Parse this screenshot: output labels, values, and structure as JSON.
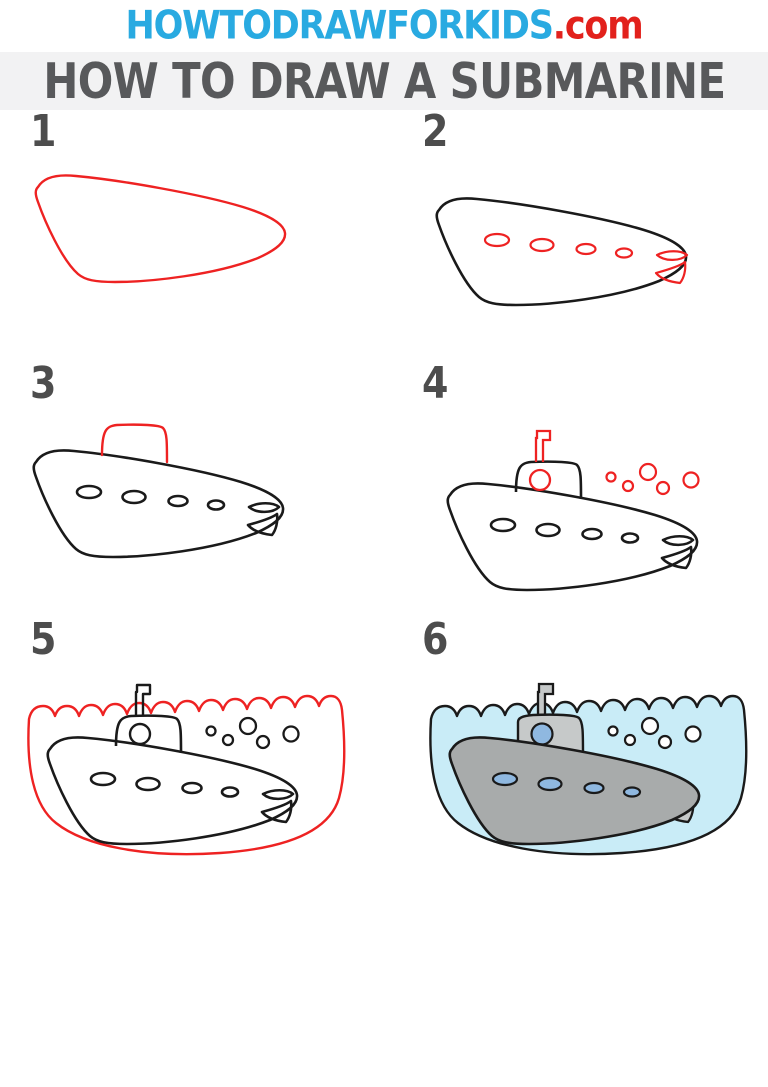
{
  "site": {
    "logo_primary": "HOWTODRAWFORKIDS",
    "logo_suffix": ".com",
    "logo_color_primary": "#29aae1",
    "logo_color_suffix": "#e2211c"
  },
  "header": {
    "title": "HOW TO DRAW A SUBMARINE",
    "title_color": "#58595b",
    "band_color": "#f2f2f3"
  },
  "tutorial": {
    "subject": "submarine",
    "total_steps": 6,
    "new_stroke_color": "#ee2222",
    "existing_stroke_color": "#1a1a1a",
    "steps": [
      {
        "number": "1",
        "new_parts": [
          "submarine body outline"
        ],
        "existing_parts": []
      },
      {
        "number": "2",
        "new_parts": [
          "four portholes",
          "tail fins"
        ],
        "existing_parts": [
          "submarine body outline"
        ]
      },
      {
        "number": "3",
        "new_parts": [
          "conning tower"
        ],
        "existing_parts": [
          "submarine body outline",
          "four portholes",
          "tail fins"
        ]
      },
      {
        "number": "4",
        "new_parts": [
          "periscope",
          "tower window",
          "five bubbles"
        ],
        "existing_parts": [
          "submarine body outline",
          "four portholes",
          "tail fins",
          "conning tower"
        ]
      },
      {
        "number": "5",
        "new_parts": [
          "water outline with waves"
        ],
        "existing_parts": [
          "submarine body outline",
          "four portholes",
          "tail fins",
          "conning tower",
          "periscope",
          "tower window",
          "five bubbles"
        ]
      },
      {
        "number": "6",
        "new_parts": [
          "color fill"
        ],
        "existing_parts": [
          "full submarine drawing"
        ]
      }
    ]
  },
  "colors": {
    "water_fill": "#c9ecf7",
    "body_fill": "#a8abab",
    "tower_fill": "#c6c9c9",
    "porthole_fill": "#8fb8e0",
    "window_fill": "#8fb8e0",
    "bubble_fill": "#ffffff",
    "outline": "#1a1a1a",
    "page_background": "#ffffff"
  }
}
